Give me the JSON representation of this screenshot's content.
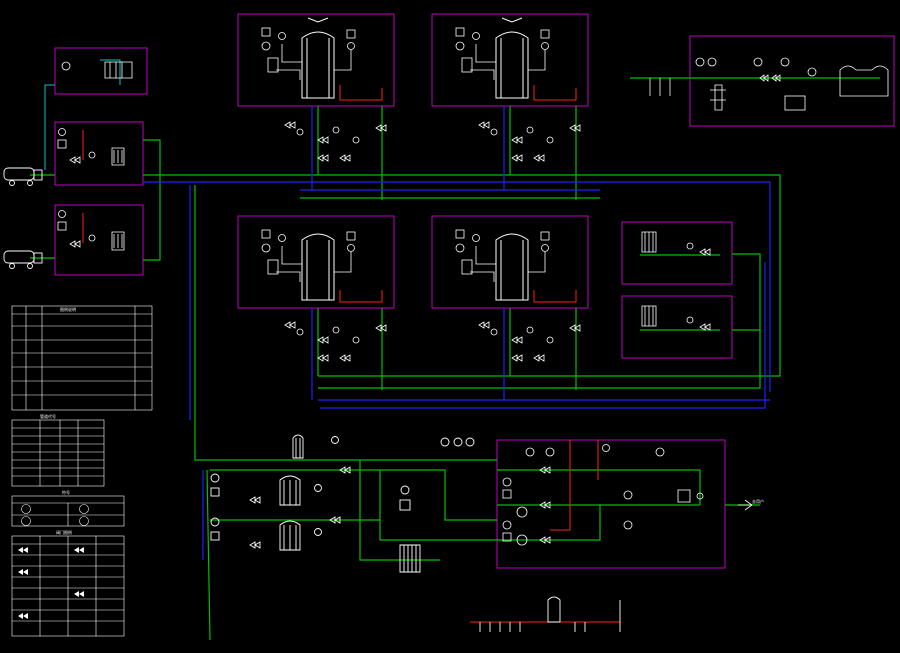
{
  "colors": {
    "background": "#000000",
    "frame": "#c000c0",
    "process_line": "#00c000",
    "gas_line": "#2020ff",
    "heater_line": "#ff2020",
    "text": "#ffffff",
    "accent": "#00ffff"
  },
  "drawing": {
    "legend_table_title": "图例说明",
    "abbreviation_table_title": "管道代号",
    "symbol_box_title": "符号",
    "valve_table_title": "阀门图例",
    "outlet_label": "去用户"
  }
}
